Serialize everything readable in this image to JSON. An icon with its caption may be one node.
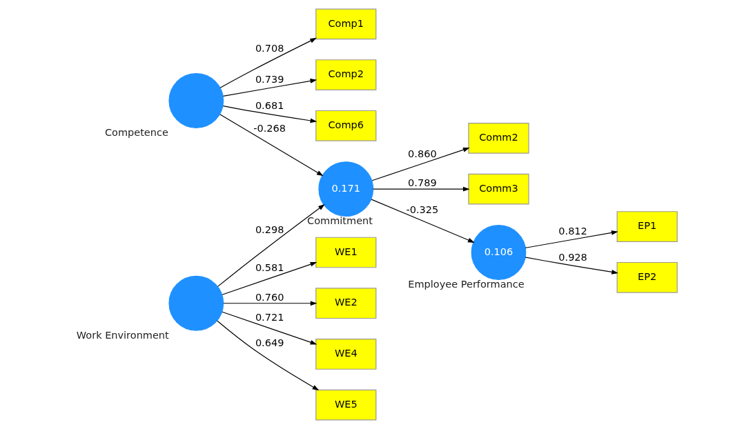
{
  "diagram": {
    "nodes": [
      {
        "text": [
          "Comp1"
        ]
      },
      {
        "text": [
          "Comp2"
        ]
      },
      {
        "text": [
          "Comp6"
        ]
      },
      {
        "text": [],
        "shape": "circle",
        "beside": [
          "Competence"
        ]
      },
      {
        "text": [
          "WE1"
        ]
      },
      {
        "text": [
          "WE2"
        ]
      },
      {
        "text": [
          "WE4"
        ]
      },
      {
        "text": [
          "WE5"
        ]
      },
      {
        "text": [],
        "shape": "circle",
        "beside": [
          "Work Environment"
        ]
      },
      {
        "text": [
          "Comm2"
        ]
      },
      {
        "text": [
          "Comm3"
        ]
      },
      {
        "text": [
          "0.171"
        ],
        "beside": [
          "Commitment"
        ]
      },
      {
        "text": [
          "0.106"
        ],
        "beside": [
          "Employee Performance"
        ]
      },
      {
        "text": [
          "EP1"
        ]
      },
      {
        "text": [
          "EP2"
        ]
      }
    ],
    "edges": [
      {
        "from": 3,
        "to": 0,
        "arrow": "to",
        "label": "0.708"
      },
      {
        "from": 3,
        "to": 1,
        "arrow": "to",
        "label": "0.739"
      },
      {
        "from": 3,
        "to": 2,
        "arrow": "to",
        "label": "0.681"
      },
      {
        "from": 8,
        "to": 4,
        "arrow": "to",
        "label": "0.581"
      },
      {
        "from": 8,
        "to": 5,
        "arrow": "to",
        "label": "0.760"
      },
      {
        "from": 8,
        "to": 6,
        "arrow": "to",
        "label": "0.721"
      },
      {
        "from": 8,
        "to": 7,
        "arrow": "to",
        "label": "0.649"
      },
      {
        "from": 3,
        "to": 11,
        "arrow": "to",
        "label": "-0.268"
      },
      {
        "from": 8,
        "to": 11,
        "arrow": "to",
        "label": "0.298"
      },
      {
        "from": 11,
        "to": 9,
        "arrow": "to",
        "label": "0.860"
      },
      {
        "from": 11,
        "to": 10,
        "arrow": "to",
        "label": "0.789"
      },
      {
        "from": 11,
        "to": 12,
        "arrow": "to",
        "label": "-0.325"
      },
      {
        "from": 12,
        "to": 13,
        "arrow": "to",
        "label": "0.812"
      },
      {
        "from": 12,
        "to": 14,
        "arrow": "to",
        "label": "0.928"
      }
    ]
  }
}
